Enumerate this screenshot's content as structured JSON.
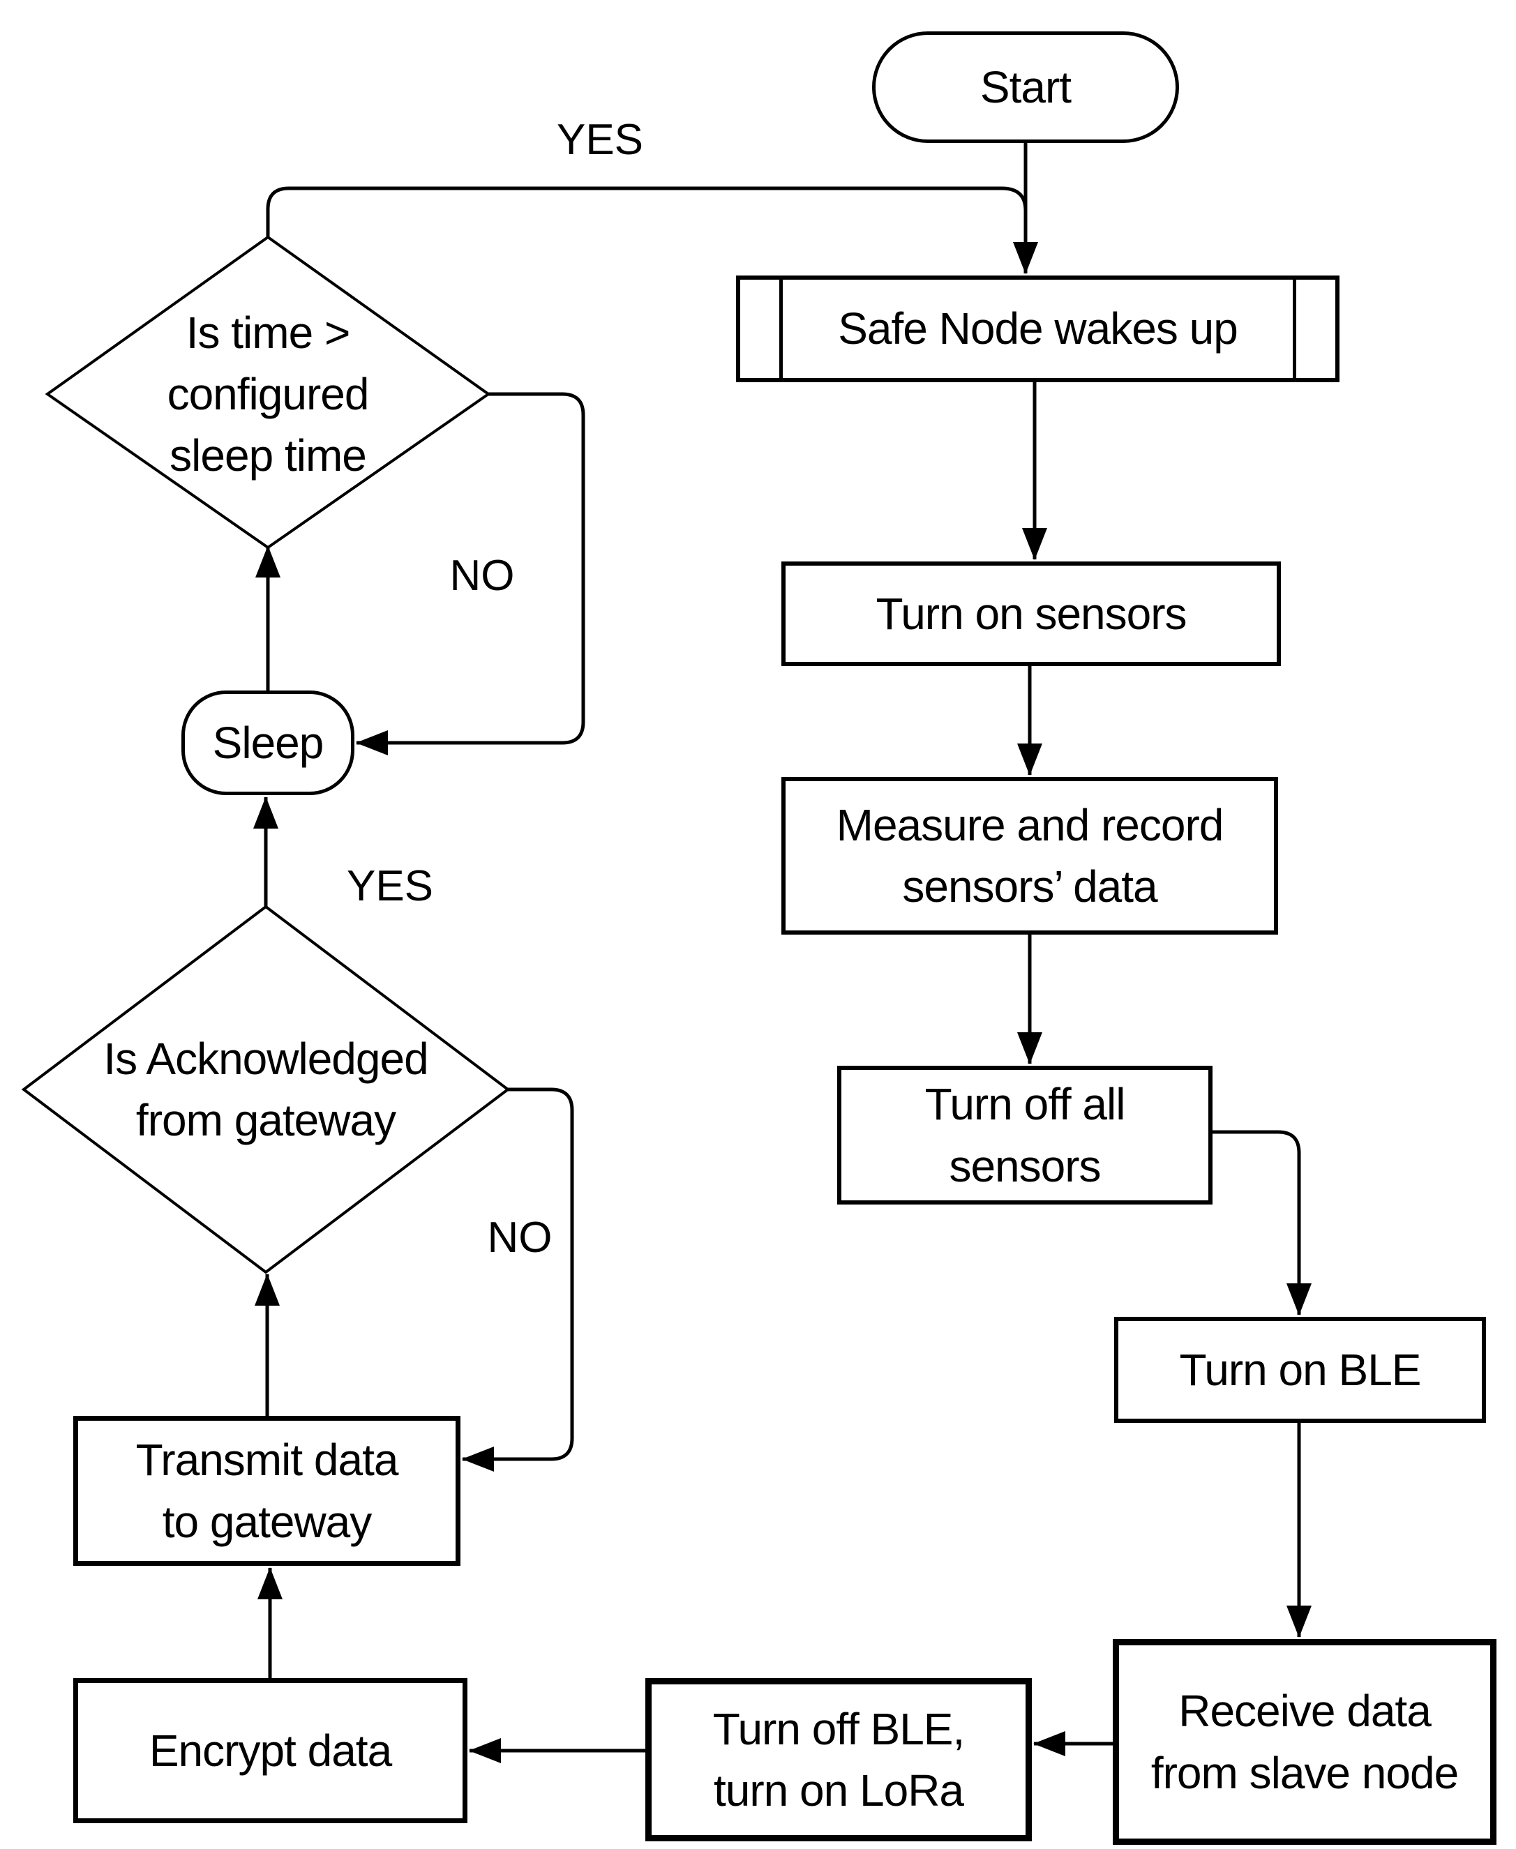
{
  "flowchart": {
    "nodes": {
      "start": "Start",
      "wake": "Safe Node wakes up",
      "turn_on_sensors": "Turn on sensors",
      "measure": [
        "Measure and record",
        "sensors’ data"
      ],
      "turn_off_sensors": [
        "Turn off all",
        "sensors"
      ],
      "turn_on_ble": "Turn on BLE",
      "receive": [
        "Receive data",
        "from slave node"
      ],
      "ble_to_lora": [
        "Turn off BLE,",
        "turn on LoRa"
      ],
      "encrypt": "Encrypt data",
      "transmit": [
        "Transmit data",
        "to gateway"
      ],
      "is_acknowledged": [
        "Is Acknowledged",
        "from gateway"
      ],
      "sleep": "Sleep",
      "is_time": [
        "Is time >",
        "configured",
        "sleep time"
      ]
    },
    "edge_labels": {
      "yes_wake_loop": "YES",
      "no_sleep_loop": "NO",
      "yes_to_sleep": "YES",
      "no_retransmit_loop": "NO"
    },
    "colors": {
      "stroke": "#000000",
      "background": "#ffffff"
    }
  }
}
